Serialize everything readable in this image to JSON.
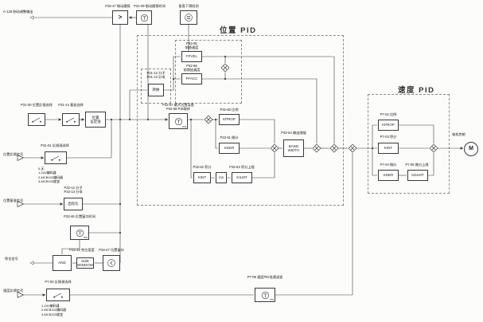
{
  "titles": {
    "position_pid": "位置 PID",
    "speed_pid": "速度 PID"
  },
  "io": {
    "brake_output": "A-128 制动调整输出",
    "position_feedback": "位置反馈信号",
    "position_reference": "位置基准信号",
    "speed_feedback": "速度反馈信号",
    "in_position": "到位信号",
    "motor_label": "电机控制",
    "motor": "M"
  },
  "top": {
    "comp_label": "P32-47 制动磨损",
    "comp_sym": ">",
    "timer_label": "P31-09 制动磨损时间",
    "slip_label": "垂直下滑检测"
  },
  "ref": {
    "fb_select_label": "P31-00 位置反馈选择",
    "ref_select_label": "P31-14 基准选择",
    "setpoint": "位置\n设定值"
  },
  "pos_fb": {
    "label": "P31-01 反馈源选择",
    "options": "0-无\n1-24V编码器\n2-MCB102编码器\n3-MCB103旋变"
  },
  "gear": {
    "label": "P32-12 分子\nP32-13 分母",
    "text": "齿轮比"
  },
  "ffgear": {
    "label": "P31-12 分子\nP31-13 分母",
    "text": "转换"
  },
  "pospid": {
    "ffvel_label": "P32-65\n前馈速度",
    "ffvel": "FFVEL",
    "ffacc_label": "P32-66\n前馈加速度",
    "ffacc": "FFACC",
    "sample_label": "P32-67 最大位置误差\nP32-69 PID取样",
    "sample_unit": "ms",
    "kprop_label": "P32-60 比例",
    "kprop": "KPROP",
    "kder_label": "P32-61 微分",
    "kder": "KDER",
    "kint_label": "P32-62 积分",
    "kint": "KINT",
    "int_ms": "ms",
    "kilmt_label": "P32-63 积分上限",
    "kilmt": "KILMT",
    "bw_label": "P32-64 输出限幅",
    "bw": "BAND WIDTH"
  },
  "inpos": {
    "wt_label": "P33-46 位置窗口时间",
    "wt_unit": "ms",
    "and": "AND",
    "size_label": "P32-45 到位宽度",
    "size": "SIZE WINDOW",
    "cmp_label": "P33-47 位置窗口"
  },
  "spdpid": {
    "kprop_label": "P7-02 比例",
    "kprop": "KPROP",
    "kint_label": "P7-03 积分",
    "kint": "KINT",
    "kder_label": "P7-04 微分",
    "kder": "KDER",
    "kdlmt_label": "P7-05 微分上限",
    "kdlmt": "KDLMT",
    "lp_label": "P7-06 速度PID低通滤波",
    "lp_unit": "ms"
  },
  "spd_fb": {
    "label": "P7-00 反馈源选择",
    "options": "1-24V编码器\n2-MCB102编码器\n3-MCB103旋变"
  }
}
